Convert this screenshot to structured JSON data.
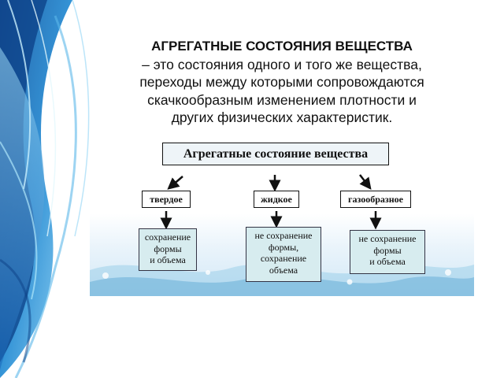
{
  "heading": {
    "term": "АГРЕГАТНЫЕ СОСТОЯНИЯ ВЕЩЕСТВА",
    "line1": "– это состояния одного и того же вещества,",
    "line2": "переходы между которыми сопровождаются",
    "line3": "скачкообразным изменением плотности и",
    "line4": "других физических характеристик."
  },
  "diagram": {
    "title": "Агрегатные состояние вещества",
    "states": [
      {
        "label": "твердое",
        "desc": [
          "сохранение",
          "формы",
          "и объема"
        ]
      },
      {
        "label": "жидкое",
        "desc": [
          "не сохранение",
          "формы,",
          "сохранение",
          "объема"
        ]
      },
      {
        "label": "газообразное",
        "desc": [
          "не сохранение",
          "формы",
          "и объема"
        ]
      }
    ]
  },
  "colors": {
    "accent_blue": "#1e88d2",
    "box_fill": "#d7ecef"
  }
}
